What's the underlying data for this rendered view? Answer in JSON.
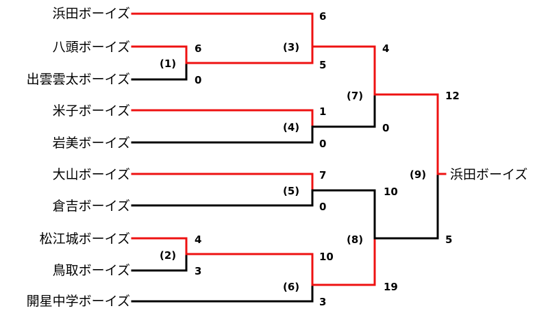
{
  "teams": [
    "浜田ボーイズ",
    "八頭ボーイズ",
    "出雲雲太ボーイズ",
    "米子ボーイズ",
    "岩美ボーイズ",
    "大山ボーイズ",
    "倉吉ボーイズ",
    "松江城ボーイズ",
    "鳥取ボーイズ",
    "開星中学ボーイズ"
  ],
  "matches": [
    {
      "label": "(1)",
      "top_score": "6",
      "bottom_score": "0",
      "winner": "top"
    },
    {
      "label": "(2)",
      "top_score": "4",
      "bottom_score": "3",
      "winner": "top"
    },
    {
      "label": "(3)",
      "top_score": "6",
      "bottom_score": "5",
      "winner": "top"
    },
    {
      "label": "(4)",
      "top_score": "1",
      "bottom_score": "0",
      "winner": "top"
    },
    {
      "label": "(5)",
      "top_score": "7",
      "bottom_score": "0",
      "winner": "top"
    },
    {
      "label": "(6)",
      "top_score": "10",
      "bottom_score": "3",
      "winner": "top"
    },
    {
      "label": "(7)",
      "top_score": "4",
      "bottom_score": "0",
      "winner": "top"
    },
    {
      "label": "(8)",
      "top_score": "10",
      "bottom_score": "19",
      "winner": "bottom"
    },
    {
      "label": "(9)",
      "top_score": "12",
      "bottom_score": "5",
      "winner": "top"
    }
  ],
  "champion": "浜田ボーイズ",
  "colors": {
    "winner_line": "#ee1111",
    "loser_line": "#000000"
  }
}
